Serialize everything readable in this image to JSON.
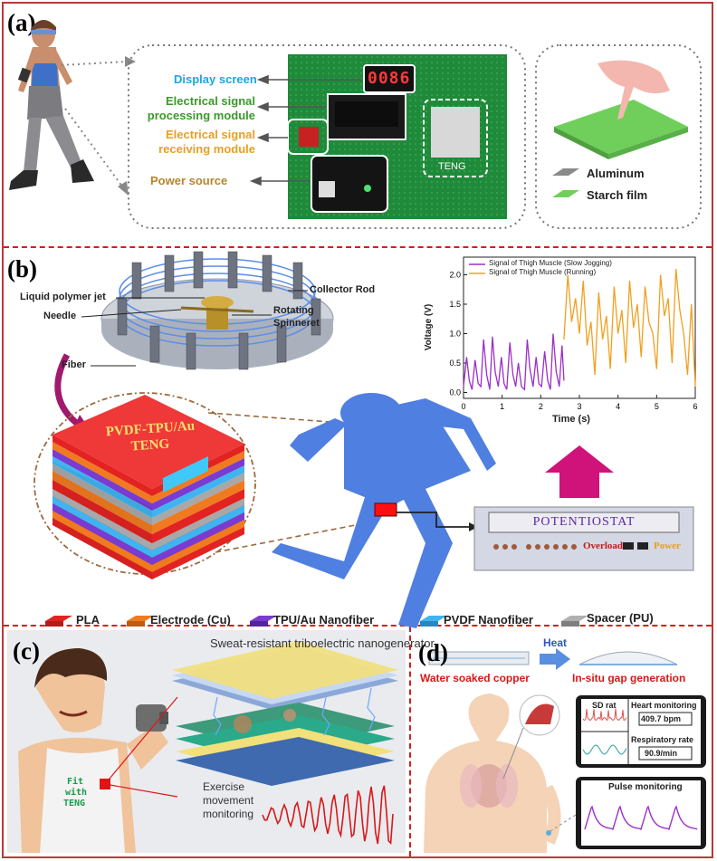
{
  "panels": {
    "a": "(a)",
    "b": "(b)",
    "c": "(c)",
    "d": "(d)"
  },
  "colors": {
    "frame": "#b83a3a",
    "divider": "#d21f1f",
    "pcb": "#1e8a3a",
    "blue_label": "#1aa7e0",
    "green_label": "#3a9a2a",
    "orange_label": "#e8a020",
    "brown_label": "#b8842a"
  },
  "a": {
    "display_screen": "Display screen",
    "signal_processing": [
      "Electrical signal",
      "processing module"
    ],
    "signal_receiving": [
      "Electrical signal",
      "receiving module"
    ],
    "power_source": "Power source",
    "display_digits": "0086",
    "teng": "TENG",
    "legend": [
      {
        "label": "Aluminum",
        "color": "#8a8a8a"
      },
      {
        "label": "Starch film",
        "color": "#6fcf5a"
      }
    ]
  },
  "b": {
    "liquid_polymer_jet": "Liquid polymer jet",
    "needle": "Needle",
    "collector_rod": "Collector Rod",
    "rotating_spinneret": [
      "Rotating",
      "Spinneret"
    ],
    "fiber": "Fiber",
    "stack_label": [
      "PVDF-TPU/Au",
      "TENG"
    ],
    "potentiostat": "POTENTIOSTAT",
    "overload": "Overload",
    "power": "Power",
    "legend": [
      {
        "label": "PLA",
        "color": "#e32222"
      },
      {
        "label": "Electrode (Cu)",
        "color": "#f07a20"
      },
      {
        "label": "TPU/Au Nanofiber",
        "color": "#7a3bd0"
      },
      {
        "label": "PVDF Nanofiber",
        "color": "#3fb4f0"
      },
      {
        "label": "Spacer (PU)",
        "color": "#a8a8a8"
      }
    ]
  },
  "chart_data": {
    "type": "line",
    "xlabel": "Time (s)",
    "ylabel": "Voltage (V)",
    "xlim": [
      0,
      6
    ],
    "ylim": [
      -0.1,
      2.3
    ],
    "xticks": [
      0,
      1,
      2,
      3,
      4,
      5,
      6
    ],
    "yticks": [
      0.0,
      0.5,
      1.0,
      1.5,
      2.0
    ],
    "legend_position": "top-left",
    "series": [
      {
        "name": "Signal of Thigh Muscle (Slow Jogging)",
        "color": "#9b2fc8",
        "x": [
          0.0,
          0.08,
          0.15,
          0.22,
          0.3,
          0.38,
          0.45,
          0.52,
          0.6,
          0.68,
          0.75,
          0.82,
          0.9,
          0.98,
          1.05,
          1.12,
          1.2,
          1.28,
          1.35,
          1.42,
          1.5,
          1.58,
          1.65,
          1.72,
          1.8,
          1.88,
          1.95,
          2.02,
          2.1,
          2.18,
          2.25,
          2.32,
          2.4,
          2.48,
          2.55,
          2.6
        ],
        "y": [
          0.1,
          0.6,
          0.2,
          0.05,
          0.55,
          0.15,
          0.1,
          0.9,
          0.3,
          0.05,
          0.95,
          0.35,
          0.1,
          0.6,
          0.15,
          0.05,
          0.85,
          0.3,
          0.1,
          0.5,
          0.1,
          0.05,
          0.9,
          0.4,
          0.1,
          0.6,
          0.15,
          0.1,
          0.7,
          0.2,
          0.05,
          1.0,
          0.35,
          0.1,
          0.8,
          0.2
        ]
      },
      {
        "name": "Signal of Thigh Muscle (Running)",
        "color": "#f0a020",
        "x": [
          2.6,
          2.7,
          2.8,
          2.9,
          3.0,
          3.1,
          3.2,
          3.3,
          3.4,
          3.5,
          3.6,
          3.7,
          3.8,
          3.9,
          4.0,
          4.1,
          4.2,
          4.3,
          4.4,
          4.5,
          4.6,
          4.7,
          4.8,
          4.9,
          5.0,
          5.1,
          5.2,
          5.3,
          5.4,
          5.5,
          5.6,
          5.7,
          5.8,
          5.9,
          6.0
        ],
        "y": [
          0.9,
          2.0,
          1.2,
          1.6,
          1.0,
          1.9,
          0.8,
          1.2,
          0.3,
          1.7,
          0.9,
          1.3,
          0.4,
          1.8,
          1.0,
          1.4,
          0.5,
          1.9,
          1.1,
          1.5,
          0.6,
          1.8,
          1.2,
          1.0,
          0.4,
          2.0,
          1.3,
          1.6,
          0.5,
          2.1,
          1.4,
          1.0,
          0.3,
          1.5,
          0.1
        ]
      }
    ],
    "legend": [
      "Signal of Thigh Muscle (Slow Jogging)",
      "Signal of Thigh Muscle (Running)"
    ]
  },
  "c": {
    "title": "Sweat-resistant triboelectric nanogenerator",
    "caption": [
      "Exercise",
      "movement",
      "monitoring"
    ],
    "shirt_text": [
      "Fit",
      "with",
      "TENG"
    ]
  },
  "d": {
    "heat": "Heat",
    "water_soaked": "Water soaked copper",
    "in_situ": "In-situ gap generation",
    "sd_rat": "SD rat",
    "heart_monitoring": "Heart monitoring",
    "heart_value": "409.7 bpm",
    "respiratory_rate": "Respiratory rate",
    "respiratory_value": "90.9/min",
    "pulse_monitoring": "Pulse monitoring"
  }
}
